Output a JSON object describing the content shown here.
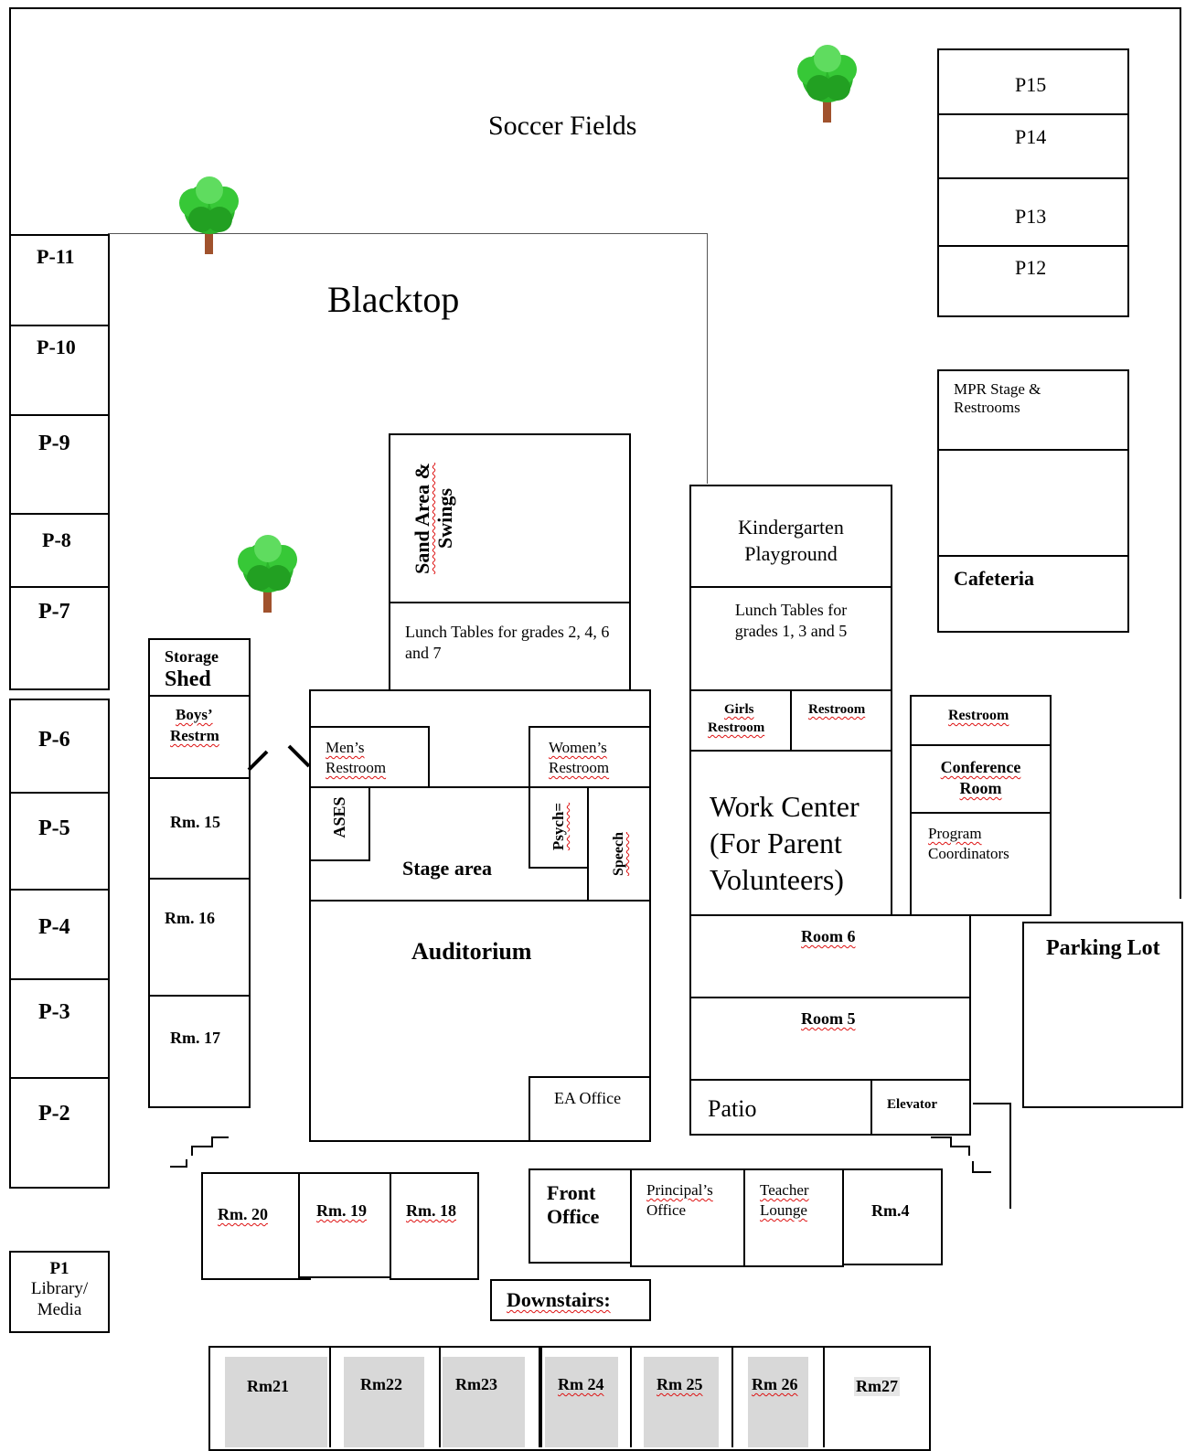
{
  "areas": {
    "soccer_fields": "Soccer Fields",
    "blacktop": "Blacktop",
    "sand_area_line1": "Sand Area &",
    "sand_area_line2": "Swings",
    "lunch_left": "Lunch Tables for grades 2, 4, 6 and 7",
    "kinder_playground": "Kindergarten Playground",
    "lunch_right": "Lunch Tables for grades 1, 3 and 5",
    "parking_lot": "Parking Lot",
    "downstairs": "Downstairs:"
  },
  "portables_top_right": [
    "P15",
    "P14",
    "P13",
    "P12"
  ],
  "portables_left": [
    "P-11",
    "P-10",
    "P-9",
    "P-8",
    "P-7",
    "P-6",
    "P-5",
    "P-4",
    "P-3",
    "P-2"
  ],
  "library": {
    "line1": "P1",
    "line2": "Library/",
    "line3": "Media"
  },
  "mpr": {
    "stage": "MPR Stage & Restrooms",
    "cafeteria": "Cafeteria"
  },
  "left_wing": {
    "storage_line1": "Storage",
    "storage_line2": "Shed",
    "boys_line1": "Boys’",
    "boys_line2": "Restrm",
    "rooms": [
      "Rm. 15",
      "Rm. 16",
      "Rm. 17"
    ]
  },
  "auditorium_block": {
    "mens_line1": "Men’s",
    "mens_line2": "Restroom",
    "womens_line1": "Women’s",
    "womens_line2": "Restroom",
    "ases": "ASES",
    "psych": "Psych=",
    "speech": "Speech",
    "stage": "Stage area",
    "auditorium": "Auditorium",
    "ea_office": "EA Office"
  },
  "right_block": {
    "girls_line1": "Girls",
    "girls_line2": "Restroom",
    "restroom": "Restroom",
    "work_center_line1": "Work Center",
    "work_center_line2": "(For Parent",
    "work_center_line3": "Volunteers)",
    "room6": "Room 6",
    "room5": "Room 5",
    "patio": "Patio",
    "elevator": "Elevator"
  },
  "admin_block": {
    "restroom": "Restroom",
    "conference_line1": "Conference",
    "conference_line2": "Room",
    "program_line1": "Program",
    "program_line2": "Coordinators"
  },
  "bottom_rooms": [
    "Rm. 20",
    "Rm. 19",
    "Rm. 18"
  ],
  "offices": {
    "front_line1": "Front",
    "front_line2": "Office",
    "principal_line1": "Principal’s",
    "principal_line2": "Office",
    "teacher_line1": "Teacher",
    "teacher_line2": "Lounge",
    "rm4": "Rm.4"
  },
  "downstairs_rooms": [
    "Rm21",
    "Rm22",
    "Rm23",
    "Rm 24",
    "Rm 25",
    "Rm 26",
    "Rm27"
  ],
  "colors": {
    "tree_green": "#2bb52b",
    "tree_trunk": "#a0522d",
    "squiggle": "#dd1111",
    "room_gray": "#d8d8d8"
  }
}
